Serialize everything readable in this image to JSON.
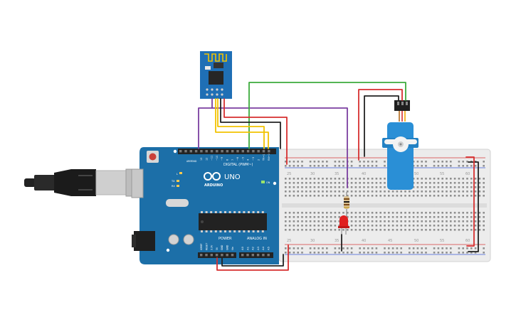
{
  "board": {
    "brand": "ARDUINO",
    "model": "UNO",
    "digital_label": "DIGITAL (PWM~)",
    "power_label": "POWER",
    "analog_label": "ANALOG IN",
    "on_label": "ON",
    "tx_label": "TX",
    "rx_label": "RX",
    "l_label": "L",
    "aref_label": "AREF",
    "gnd_label": "GND",
    "digital_pins": [
      "13",
      "12",
      "~11",
      "~10",
      "~9",
      "8",
      "7",
      "~6",
      "~5",
      "4",
      "~3",
      "2",
      "TX→1",
      "RX←0"
    ],
    "power_pins": [
      "IOREF",
      "RESET",
      "3.3V",
      "5V",
      "GND",
      "GND",
      "Vin"
    ],
    "analog_pins": [
      "A0",
      "A1",
      "A2",
      "A3",
      "A4",
      "A5"
    ]
  },
  "breadboard": {
    "column_numbers": [
      "25",
      "30",
      "35",
      "40",
      "45",
      "50",
      "55",
      "60"
    ]
  },
  "colors": {
    "board_blue": "#1c6fa8",
    "board_dark": "#16598a",
    "breadboard": "#eeeeee",
    "wire_red": "#d62f2f",
    "wire_black": "#222222",
    "wire_yellow": "#f2c200",
    "wire_green": "#3cab3c",
    "wire_purple": "#7b3fa0",
    "servo_blue": "#2a8fd6",
    "esp_blue": "#1f6fb5",
    "led_red": "#e02020"
  },
  "components": {
    "wifi_module": "esp8266-icon",
    "servo": "servo-motor-icon",
    "led": "led-icon",
    "resistor": "resistor-icon",
    "usb": "usb-cable-icon"
  }
}
